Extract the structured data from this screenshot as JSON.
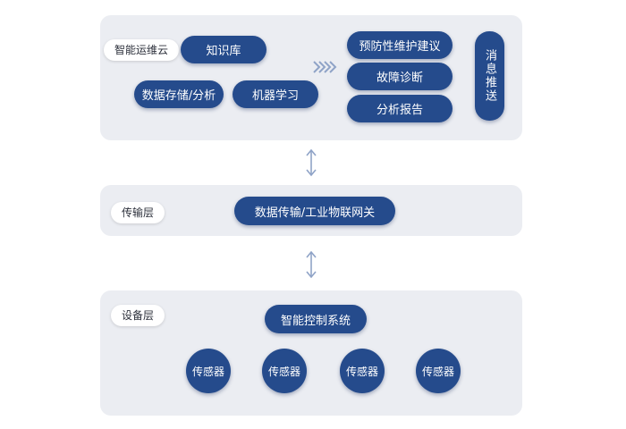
{
  "cloud": {
    "tag": "智能运维云",
    "knowledge": "知识库",
    "data_analysis": "数据存储/分析",
    "ml": "机器学习",
    "outputs": [
      "预防性维护建议",
      "故障诊断",
      "分析报告"
    ],
    "push": "消息推送"
  },
  "transport": {
    "tag": "传输层",
    "gateway": "数据传输/工业物联网关"
  },
  "device": {
    "tag": "设备层",
    "control": "智能控制系统",
    "sensors": [
      "传感器",
      "传感器",
      "传感器",
      "传感器"
    ]
  },
  "colors": {
    "node": "#254b8c",
    "panel": "#ebedf2",
    "arrow": "#8fa3c7"
  }
}
